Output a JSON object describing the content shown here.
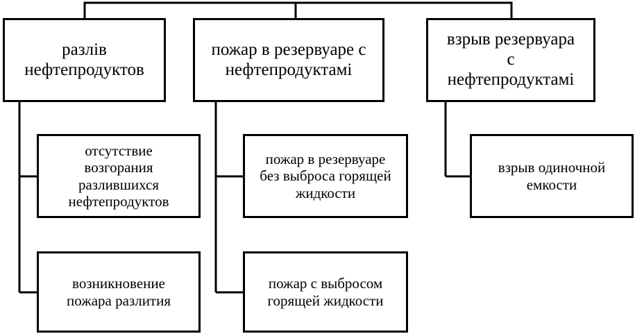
{
  "diagram": {
    "top_nodes": [
      {
        "id": "spill",
        "lines": [
          "разлiв",
          "нефтепродуктов"
        ]
      },
      {
        "id": "tank-fire",
        "lines": [
          "пожар в резервуаре с",
          "нефтепродуктамi"
        ]
      },
      {
        "id": "tank-explosion",
        "lines": [
          "взрыв резервуара",
          "с",
          "нефтепродуктамi"
        ]
      }
    ],
    "sub_nodes": {
      "spill": [
        {
          "id": "no-ignition",
          "lines": [
            "отсутствие",
            "возгорания",
            "разлившихся",
            "нефтепродуктов"
          ]
        },
        {
          "id": "spill-fire",
          "lines": [
            "возникновение",
            "пожара разлития"
          ]
        }
      ],
      "tank-fire": [
        {
          "id": "fire-no-ejection",
          "lines": [
            "пожар в резервуаре",
            "без выброса горящей",
            "жидкости"
          ]
        },
        {
          "id": "fire-with-ejection",
          "lines": [
            "пожар с выбросом",
            "горящей жидкости"
          ]
        }
      ],
      "tank-explosion": [
        {
          "id": "single-tank-explosion",
          "lines": [
            "взрыв одиночной",
            "емкости"
          ]
        }
      ]
    }
  }
}
